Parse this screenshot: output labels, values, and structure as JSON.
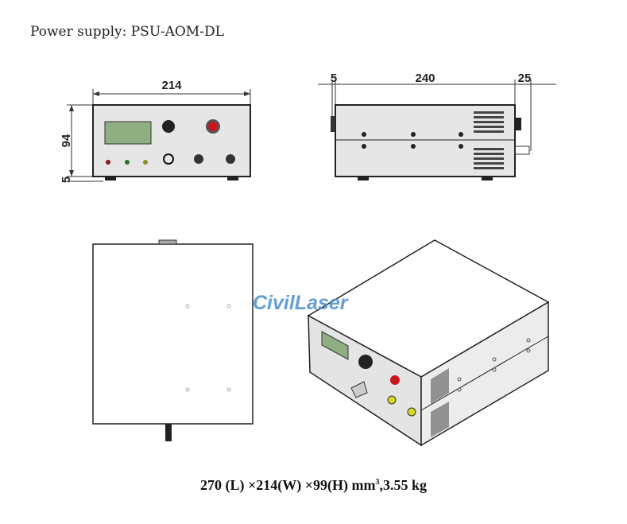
{
  "title": "Power supply: PSU-AOM-DL",
  "dimensions": {
    "front_width": "214",
    "front_height": "94",
    "foot_height": "5",
    "side_front_offset": "5",
    "side_length": "240",
    "side_rear_offset": "25"
  },
  "watermark": "CivilLaser",
  "caption": {
    "main": "270 (L) ×214(W) ×99(H) mm",
    "exponent": "3",
    "weight": ",3.55 kg"
  },
  "colors": {
    "display": "#8fae82",
    "estop": "#c8161d",
    "logo": "#4a8fd0"
  }
}
